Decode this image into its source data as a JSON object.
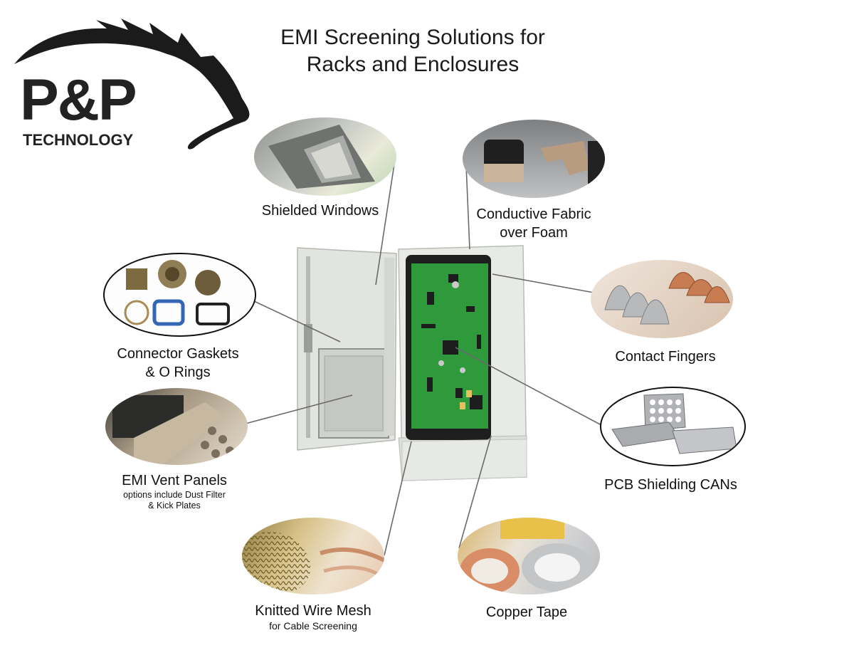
{
  "logo": {
    "mark": "P&P",
    "word": "TECHNOLOGY"
  },
  "title": {
    "line1": "EMI Screening Solutions for",
    "line2": "Racks and Enclosures"
  },
  "callouts": {
    "shielded_windows": {
      "label": "Shielded Windows",
      "icon": "shielded-window-image"
    },
    "conductive_fabric": {
      "line1": "Conductive Fabric",
      "line2": "over Foam",
      "icon": "fabric-foam-gasket-image"
    },
    "contact_fingers": {
      "label": "Contact Fingers",
      "icon": "contact-finger-image"
    },
    "pcb_cans": {
      "label": "PCB Shielding CANs",
      "icon": "pcb-can-image"
    },
    "connector_gaskets": {
      "line1": "Connector Gaskets",
      "line2": "& O Rings",
      "icon": "connector-gasket-image"
    },
    "vent_panels": {
      "label": "EMI Vent Panels",
      "sub1": "options include Dust Filter",
      "sub2": "& Kick Plates",
      "icon": "vent-panel-image"
    },
    "knitted_mesh": {
      "label": "Knitted Wire Mesh",
      "sub": "for Cable Screening",
      "icon": "knitted-mesh-image"
    },
    "copper_tape": {
      "label": "Copper Tape",
      "icon": "copper-tape-image"
    }
  },
  "colors": {
    "enclosure": "#e4e6e2",
    "pcb": "#2f9a3c",
    "leader": "#6a6a6a",
    "text": "#111111"
  }
}
